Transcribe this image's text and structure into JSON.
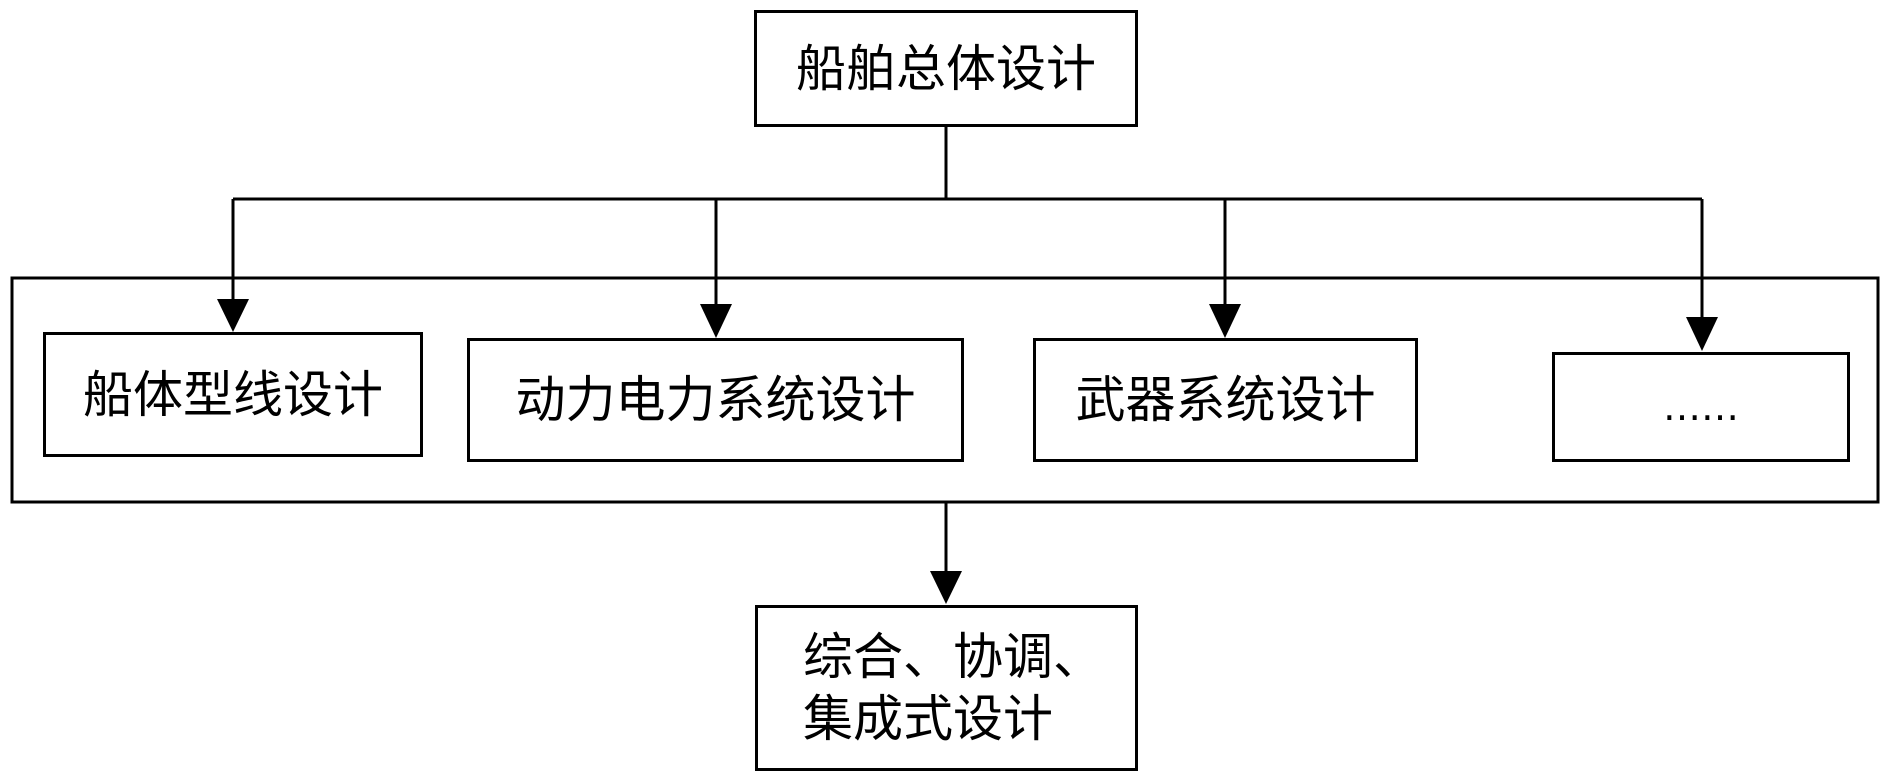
{
  "diagram": {
    "top_node": {
      "label": "船舶总体设计"
    },
    "modules": [
      {
        "label": "船体型线设计"
      },
      {
        "label": "动力电力系统设计"
      },
      {
        "label": "武器系统设计"
      },
      {
        "label": "……"
      }
    ],
    "bottom_node": {
      "line1": "综合、协调、",
      "line2": "集成式设计"
    }
  }
}
